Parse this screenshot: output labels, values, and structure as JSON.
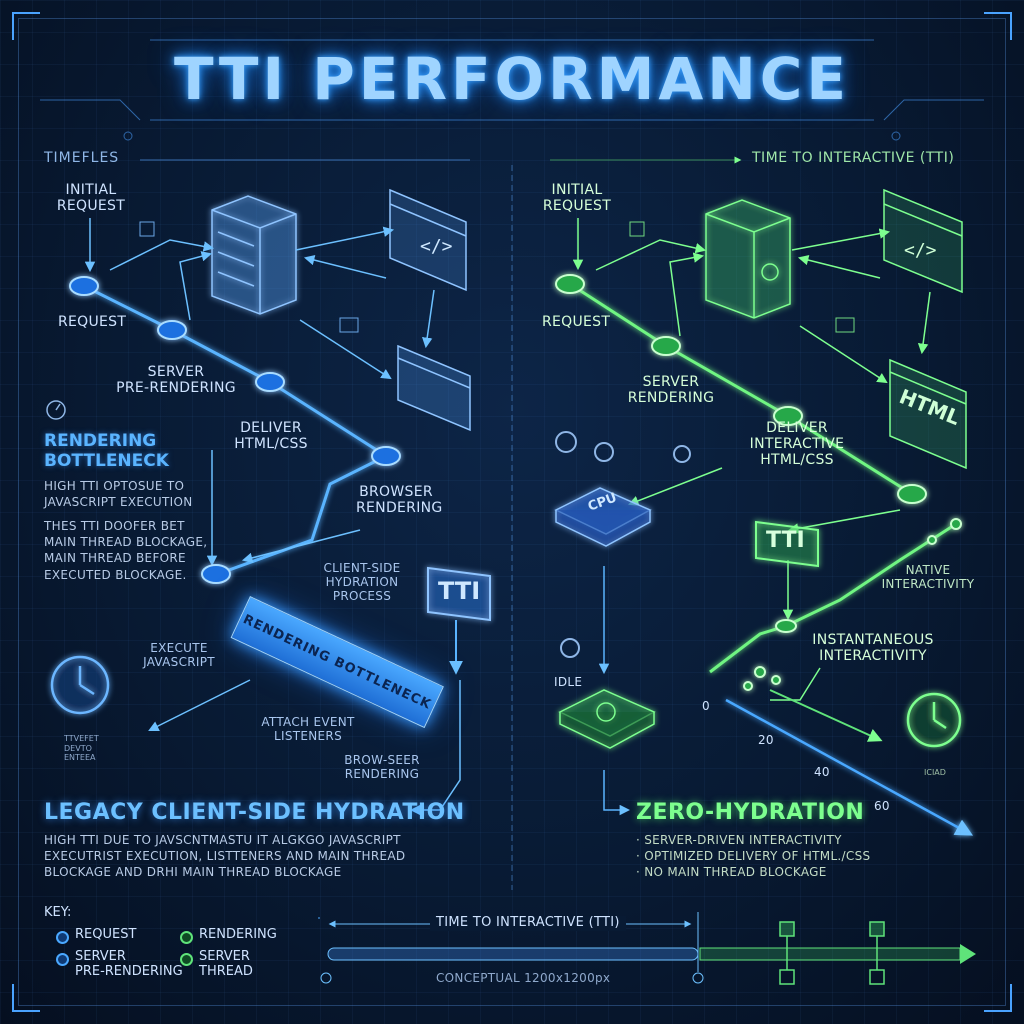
{
  "title": "TTI PERFORMANCE",
  "top_left_label": "TIMEFLES",
  "top_right_label": "TIME TO INTERACTIVE (TTI)",
  "left": {
    "initial_request": [
      "INITIAL",
      "REQUEST"
    ],
    "request": "REQUEST",
    "server": [
      "SERVER",
      "PRE-RENDERING"
    ],
    "deliver": [
      "DELIVER",
      "HTML/CSS"
    ],
    "browser": [
      "BROWSER",
      "RENDERING"
    ],
    "hydration": [
      "CLIENT-SIDE",
      "HYDRATION",
      "PROCESS"
    ],
    "execute": [
      "EXECUTE",
      "JAVASCRIPT"
    ],
    "attach": [
      "ATTACH EVENT",
      "LISTENERS"
    ],
    "browser_rendering_2": [
      "BROW-SEER",
      "RENDERING"
    ],
    "bottleneck_bar": "RENDERING BOTTLENECK",
    "tti_badge": "TTI",
    "bottleneck_heading": [
      "RENDERING",
      "BOTTLENECK"
    ],
    "bottleneck_desc": [
      "HIGH TTI OPTOSUE TO",
      "JAVASCRIPT EXECUTION"
    ],
    "bottleneck_desc2": [
      "THES TTI DOOFER BET",
      "MAIN THREAD BLOCKAGE,",
      "MAIN THREAD BEFORE",
      "EXECUTED BLOCKAGE."
    ],
    "section_heading": "LEGACY CLIENT-SIDE HYDRATION",
    "section_desc": [
      "HIGH TTI DUE TO JAVSCNTMASTU IT ALGKGO JAVASCRIPT",
      "EXECUTRIST EXECUTION, LISTTENERS AND MAIN THREAD",
      "BLOCKAGE AND DRHI MAIN THREAD BLOCKAGE"
    ],
    "clock_note": [
      "TTVEFET",
      "DEVTO",
      "ENTEEA"
    ]
  },
  "right": {
    "initial_request": [
      "INITIAL",
      "REQUEST"
    ],
    "request": "REQUEST",
    "server": [
      "SERVER",
      "RENDERING"
    ],
    "deliver": [
      "DELIVER",
      "INTERACTIVE",
      "HTML/CSS"
    ],
    "html_box": "HTML",
    "cpu": "CPU",
    "tti_badge": "TTI",
    "native": [
      "NATIVE",
      "INTERACTIVITY"
    ],
    "instant": [
      "INSTANTANEOUS",
      "INTERACTIVITY"
    ],
    "idle": "IDLE",
    "axis_ticks": [
      "0",
      "20",
      "40",
      "60"
    ],
    "clock_note": "ICIAD",
    "section_heading": "ZERO-HYDRATION",
    "section_desc": [
      "· SERVER-DRIVEN INTERACTIVITY",
      "· OPTIMIZED DELIVERY OF HTML./CSS",
      "· NO MAIN THREAD BLOCKAGE"
    ]
  },
  "key": {
    "title": "KEY:",
    "items": [
      {
        "label": "REQUEST",
        "color": "#4aa8ff"
      },
      {
        "label": "SERVER\nPRE-RENDERING",
        "color": "#4aa8ff"
      },
      {
        "label": "RENDERING",
        "color": "#5fe37a"
      },
      {
        "label": "SERVER\nTHREAD",
        "color": "#5fe37a"
      }
    ]
  },
  "timeline": {
    "label": "TIME TO INTERACTIVE (TTI)",
    "caption": "CONCEPTUAL 1200x1200px"
  },
  "colors": {
    "blue": "#4aa8ff",
    "green": "#5fe37a",
    "background": "#07152b"
  }
}
